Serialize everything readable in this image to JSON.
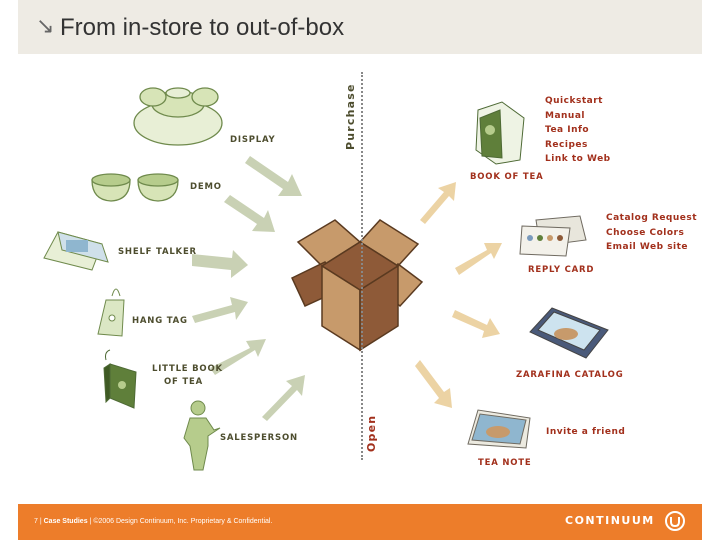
{
  "header": {
    "title": "From in-store to out-of-box",
    "arrow_glyph": "↘"
  },
  "divider": {
    "top_label": "Purchase",
    "bottom_label": "Open"
  },
  "left_touchpoints": [
    {
      "id": "display",
      "label": "DISPLAY"
    },
    {
      "id": "demo",
      "label": "DEMO"
    },
    {
      "id": "shelf",
      "label": "SHELF TALKER"
    },
    {
      "id": "hangtag",
      "label": "HANG TAG"
    },
    {
      "id": "littlebook",
      "label_line1": "LITTLE BOOK",
      "label_line2": "OF TEA"
    },
    {
      "id": "salesperson",
      "label": "SALESPERSON"
    }
  ],
  "right_touchpoints": {
    "book_of_tea": {
      "label": "BOOK OF TEA",
      "items": [
        "Quickstart",
        "Manual",
        "Tea Info",
        "Recipes",
        "Link to Web"
      ]
    },
    "reply_card": {
      "label": "REPLY CARD",
      "items": [
        "Catalog Request",
        "Choose Colors",
        "Email Web site"
      ]
    },
    "zarafina_catalog": {
      "label": "ZARAFINA CATALOG"
    },
    "tea_note": {
      "label": "TEA NOTE",
      "items": [
        "Invite a friend"
      ]
    }
  },
  "footer": {
    "page": "7",
    "section": "Case Studies",
    "copyright": "©2006 Design Continuum, Inc. Proprietary & Confidential.",
    "brand": "CONTINUUM"
  },
  "colors": {
    "header_bg": "#eeebe4",
    "footer_bg": "#ed7d2a",
    "left_arrow": "#c9d1b4",
    "right_arrow": "#ecd3a4",
    "label_green": "#4d4d2e",
    "label_red": "#a2301c",
    "box_light": "#c79a6b",
    "box_dark": "#8e5a38"
  }
}
